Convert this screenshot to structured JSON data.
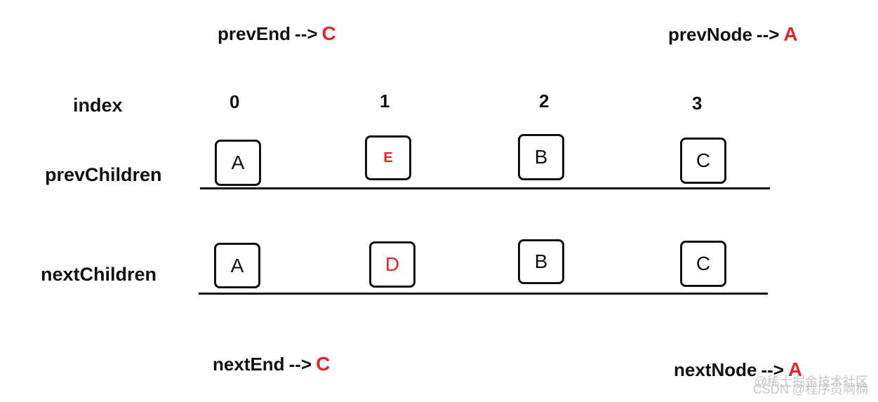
{
  "pointers": {
    "prev_end": {
      "label": "prevEnd",
      "arrow": "-->",
      "value": "C"
    },
    "prev_node": {
      "label": "prevNode",
      "arrow": "-->",
      "value": "A"
    },
    "next_end": {
      "label": "nextEnd",
      "arrow": "-->",
      "value": "C"
    },
    "next_node": {
      "label": "nextNode",
      "arrow": "-->",
      "value": "A"
    }
  },
  "index_row": {
    "label": "index",
    "values": [
      "0",
      "1",
      "2",
      "3"
    ]
  },
  "prev_children": {
    "label": "prevChildren",
    "nodes": [
      "A",
      "E",
      "B",
      "C"
    ]
  },
  "next_children": {
    "label": "nextChildren",
    "nodes": [
      "A",
      "D",
      "B",
      "C"
    ]
  },
  "highlight_color": "#e8232a",
  "watermark": {
    "line1": "@稀土掘金技术社区",
    "line2": "CSDN @程序员啊楠"
  }
}
